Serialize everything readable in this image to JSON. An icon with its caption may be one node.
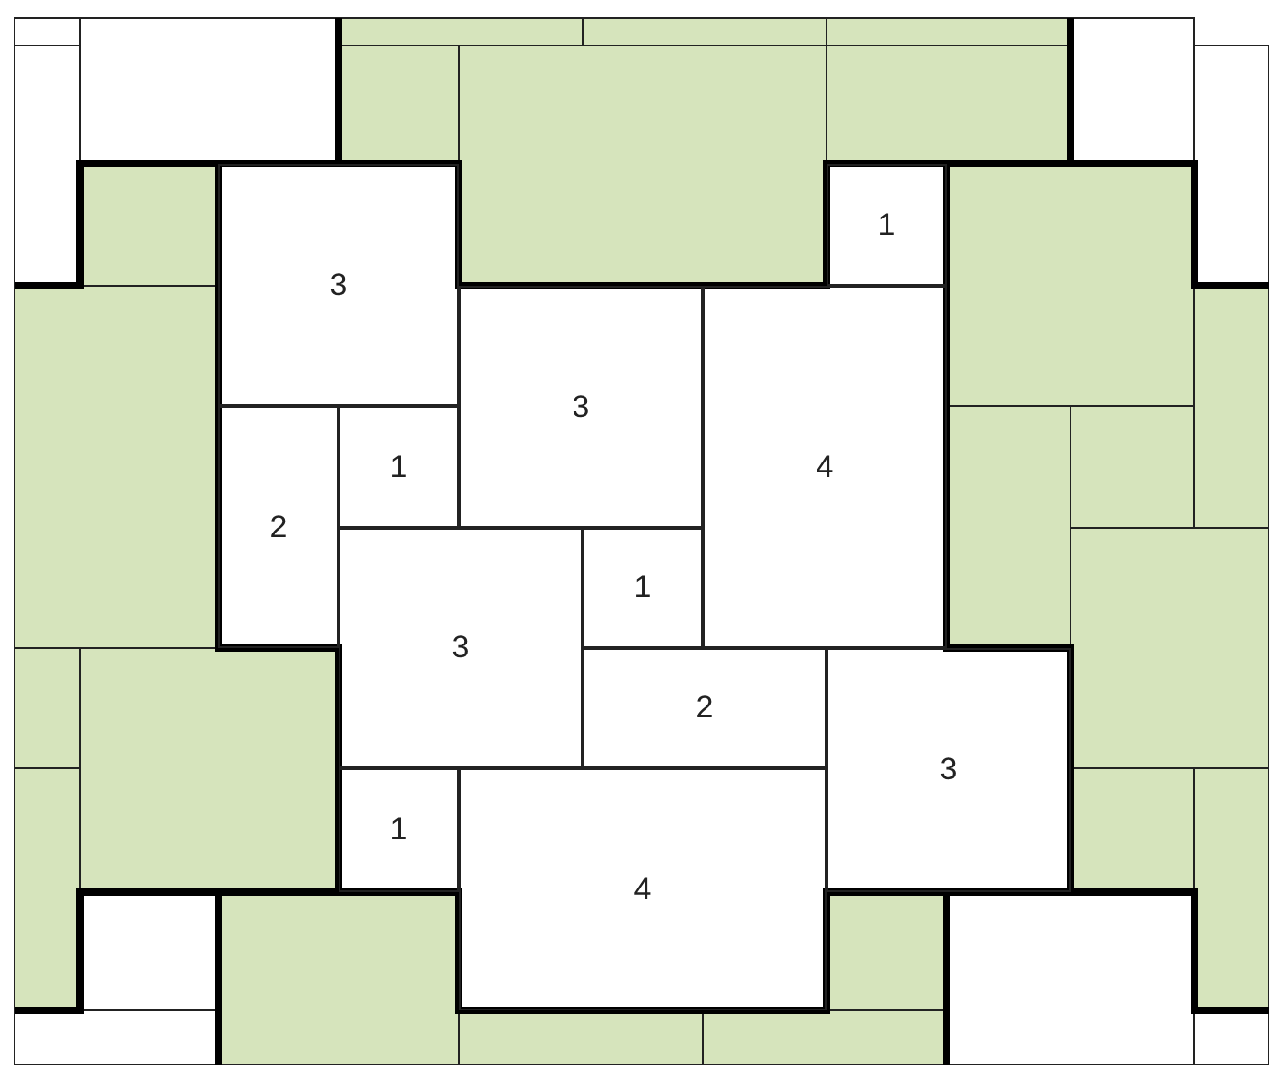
{
  "diagram": {
    "nodes": [
      {
        "text": [
          "3"
        ]
      },
      {
        "text": [
          "1"
        ]
      },
      {
        "text": [
          "3"
        ]
      },
      {
        "text": [
          "4"
        ]
      },
      {
        "text": [
          "2"
        ]
      },
      {
        "text": [
          "1"
        ]
      },
      {
        "text": [
          "3"
        ]
      },
      {
        "text": [
          "1"
        ]
      },
      {
        "text": [
          "2"
        ]
      },
      {
        "text": [
          "3"
        ]
      },
      {
        "text": [
          "1"
        ]
      },
      {
        "text": [
          "4"
        ]
      }
    ]
  }
}
